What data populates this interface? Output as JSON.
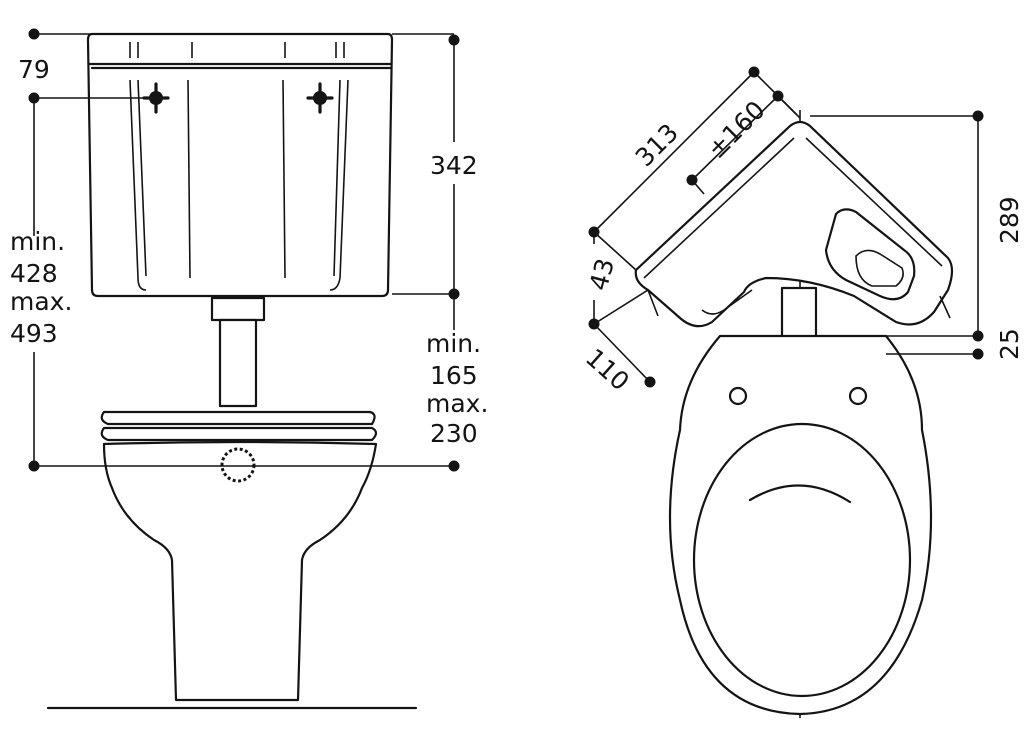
{
  "labels": {
    "front_top_offset": "79",
    "front_tank_height": "342",
    "front_fixing_min": "min.",
    "front_fixing_min_value": "428",
    "front_fixing_max": "max.",
    "front_fixing_max_value": "493",
    "front_pan_min": "min.",
    "front_pan_min_value": "165",
    "front_pan_max": "max.",
    "front_pan_max_value": "230",
    "top_tank_length": "313",
    "top_outlet_offset": "±160",
    "top_tank_depth": "43",
    "top_front_depth": "110",
    "top_overall_depth": "289",
    "top_seat_gap": "25"
  },
  "colors": {
    "line": "#141414",
    "background": "#ffffff"
  }
}
